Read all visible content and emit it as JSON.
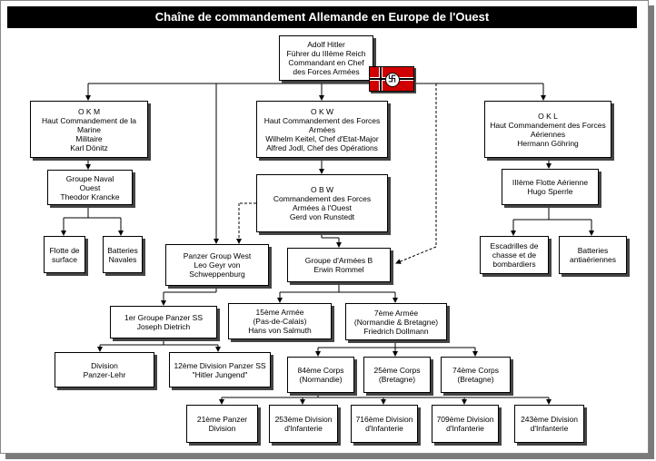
{
  "title": "Chaîne de commandement Allemande en Europe de l'Ouest",
  "boxes": {
    "hitler": "Adolf Hitler\nFührer du IIIème Reich\nCommandant en Chef\ndes Forces Armées",
    "okm": "O K M\nHaut Commandement de la Marine\nMilitaire\nKarl Dönitz",
    "okw": "O K W\nHaut Commandement des Forces\nArmées\nWilhelm Keitel, Chef d'Etat-Major\nAlfred Jodl, Chef des Opérations",
    "okl": "O K L\nHaut Commandement des Forces\nAériennes\nHermann Göhring",
    "groupe_naval": "Groupe Naval\nOuest\nTheodor Krancke",
    "obw": "O B W\nCommandement des Forces\nArmées à l'Ouest\nGerd von Runstedt",
    "flotte_aerienne": "IIIème Flotte Aérienne\nHugo Sperrle",
    "flotte_surface": "Flotte de\nsurface",
    "batteries_navales": "Batteries\nNavales",
    "panzer_group_west": "Panzer Group West\nLeo Geyr von\nSchweppenburg",
    "groupe_armees_b": "Groupe d'Armées B\nErwin Rommel",
    "escadrilles": "Escadrilles de\nchasse et de\nbombardiers",
    "batteries_antiaeriennes": "Batteries\nantiaériennes",
    "groupe_panzer_ss": "1er Groupe Panzer SS\nJoseph Dietrich",
    "armee_15": "15ème Armée\n(Pas-de-Calais)\nHans von Salmuth",
    "armee_7": "7ème Armée\n(Normandie & Bretagne)\nFriedrich Dollmann",
    "panzer_lehr": "Division\nPanzer-Lehr",
    "hitler_jugend": "12ème Division Panzer SS\n\"Hitler Jungend\"",
    "corps_84": "84ème Corps\n(Normandie)",
    "corps_25": "25ème Corps\n(Bretagne)",
    "corps_74": "74ème Corps\n(Bretagne)",
    "div_21": "21ème Panzer\nDivision",
    "div_253": "253ème Division\nd'Infanterie",
    "div_716": "716ème Division\nd'Infanterie",
    "div_709": "709ème Division\nd'Infanterie",
    "div_243": "243ème Division\nd'Infanterie"
  },
  "colors": {
    "background": "#ffffff",
    "title_bar": "#000000",
    "flag_red": "#d00000"
  },
  "icons": [
    "flag-icon"
  ]
}
